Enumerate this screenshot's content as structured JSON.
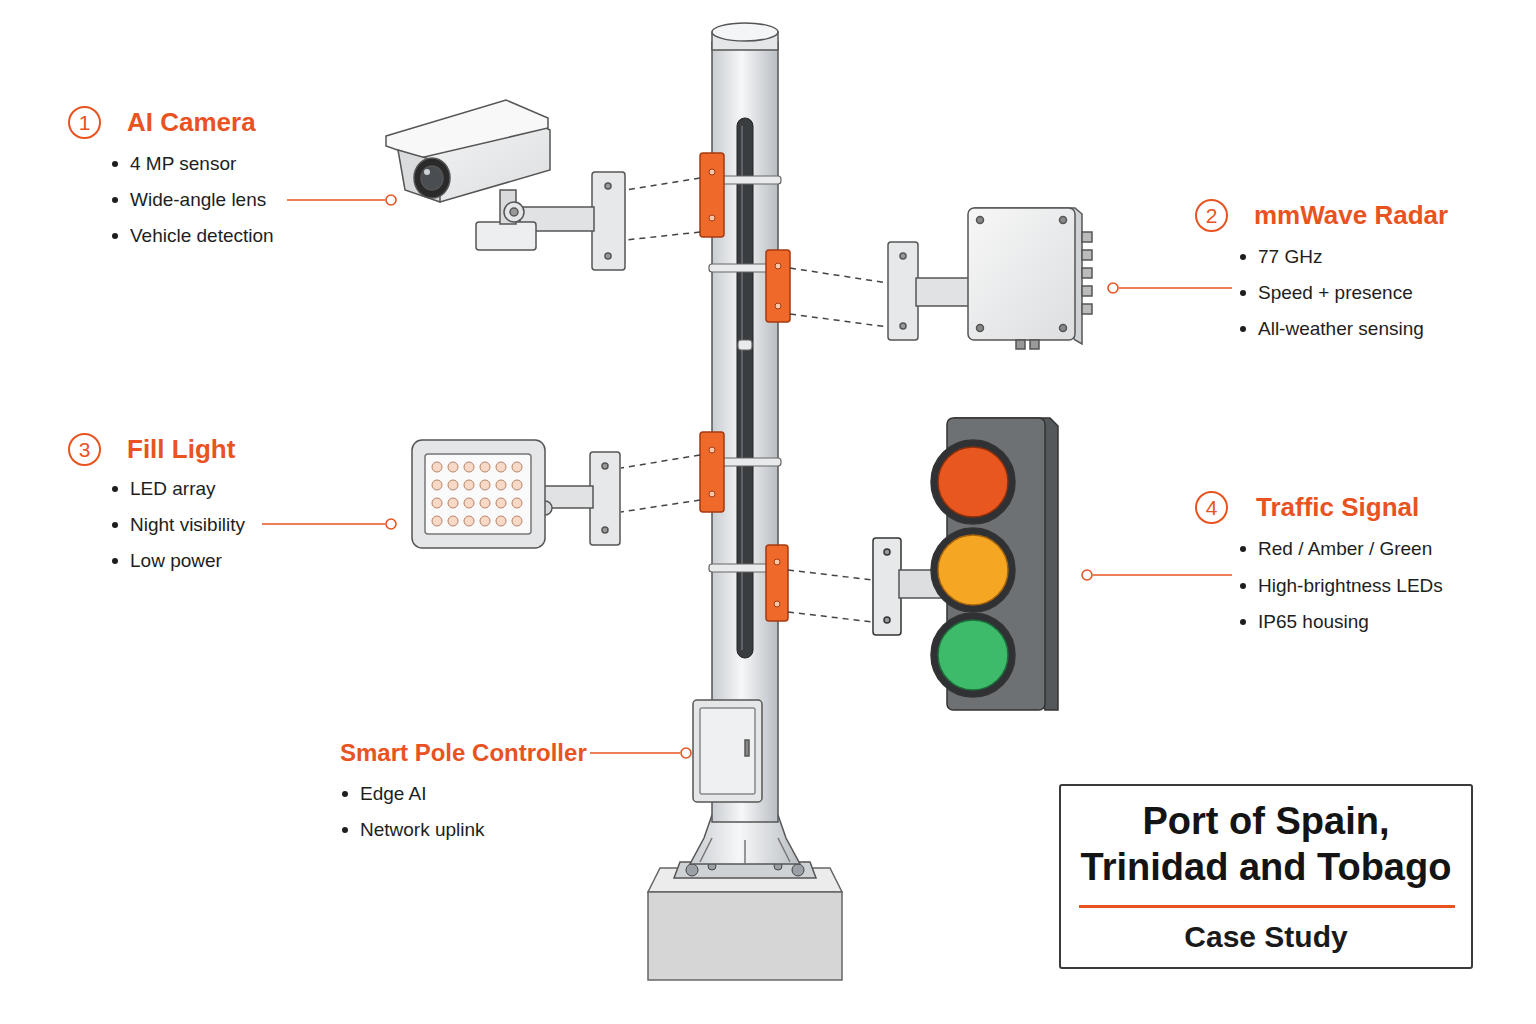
{
  "diagram": {
    "nodes": [
      {
        "text": [
          "1"
        ]
      },
      {
        "text": [
          "2"
        ]
      },
      {
        "text": [
          "3"
        ]
      },
      {
        "text": [
          "4"
        ]
      },
      {
        "text": [
          "Port of Spain, Trinidad and Tobago",
          "Case Study"
        ]
      }
    ],
    "labels": [
      "AI Camera",
      "4 MP sensor",
      "Wide-angle lens",
      "Vehicle detection",
      "mmWave Radar",
      "77 GHz",
      "Speed + presence",
      "All-weather sensing",
      "Fill Light",
      "LED array",
      "Night visibility",
      "Low power",
      "Traffic Signal",
      "Red / Amber / Green",
      "High-brightness LEDs",
      "IP65 housing",
      "Smart Pole Controller",
      "Edge AI",
      "Network uplink"
    ]
  }
}
